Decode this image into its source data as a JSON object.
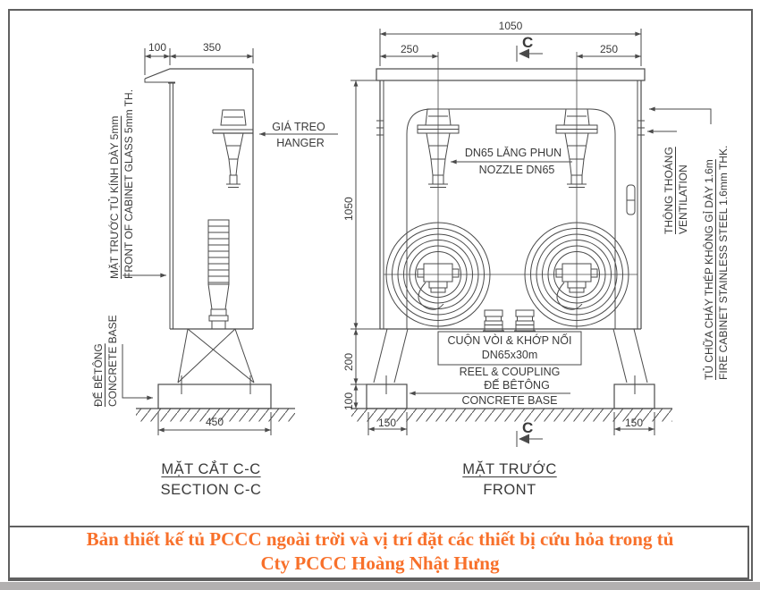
{
  "colors": {
    "caption_text": "#f8702a",
    "linework": "#4a4a4a",
    "background": "#ffffff",
    "bottom_strip": "#b3b1b1"
  },
  "section_view": {
    "title_vi": "MẶT CẮT C-C",
    "title_en": "SECTION C-C",
    "dims": {
      "roof_overhang": "100",
      "cabinet_depth": "350",
      "base_width": "450"
    },
    "labels": {
      "glass_vi": "MẶT TRƯỚC TỦ KÍNH DÀY 5mm",
      "glass_en": "FRONT OF CABINET GLASS 5mm TH.",
      "base_vi": "ĐẾ BÊTÔNG",
      "base_en": "CONCRETE BASE",
      "hanger_vi": "GIÁ TREO",
      "hanger_en": "HANGER"
    }
  },
  "front_view": {
    "title_vi": "MẶT TRƯỚC",
    "title_en": "FRONT",
    "section_mark_top": "C",
    "section_mark_bottom": "C",
    "dims": {
      "total_width": "1050",
      "nozzle_offset_left": "250",
      "nozzle_offset_right": "250",
      "cabinet_height": "1050",
      "leg_height": "200",
      "base_height": "100",
      "foot_width_left": "150",
      "foot_width_right": "150"
    },
    "labels": {
      "nozzle_vi": "DN65 LĂNG PHUN",
      "nozzle_en": "NOZZLE DN65",
      "reel_vi": "CUỘN VÒI & KHỚP NỐI",
      "reel_size": "DN65x30m",
      "reel_en": "REEL & COUPLING",
      "base_vi": "ĐẾ BÊTÔNG",
      "base_en": "CONCRETE BASE",
      "vent_vi": "THÔNG THOÁNG",
      "vent_en": "VENTILATION",
      "cabinet_vi": "TỦ CHỮA CHÁY THÉP KHÔNG GỈ DÀY 1.6m",
      "cabinet_en": "FIRE CABINET STAINLESS STEEL 1.6mm THK."
    }
  },
  "caption": {
    "line1": "Bản thiết kế tủ PCCC ngoài trời và vị trí đặt các thiết bị cứu hỏa trong tủ",
    "line2": "Cty PCCC Hoàng Nhật Hưng"
  }
}
